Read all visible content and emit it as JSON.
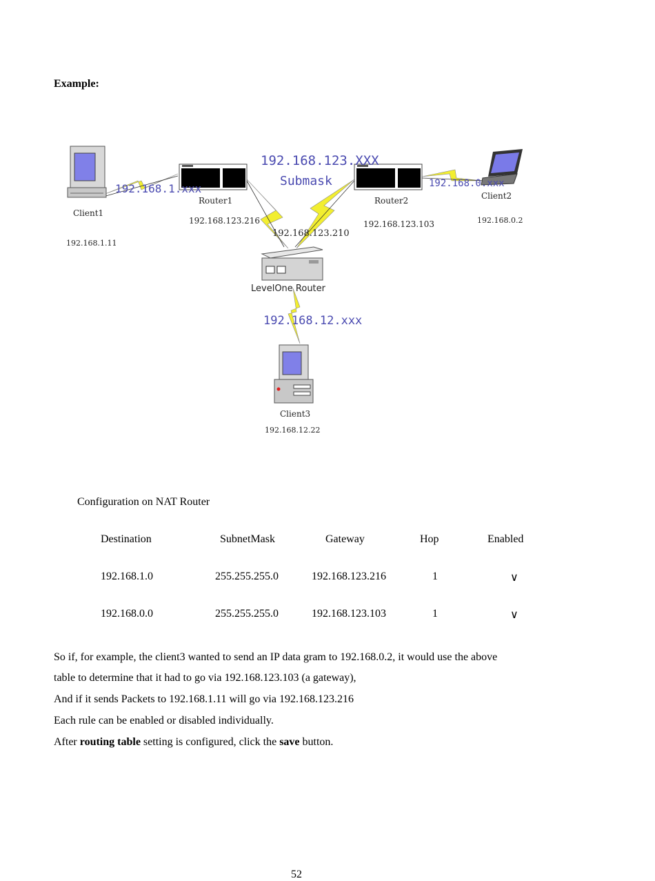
{
  "heading": "Example:",
  "diagram": {
    "network_top": "192.168.123.XXX",
    "network_top_sub": "Submask",
    "net_left": "192.168.1.xxx",
    "net_right": "192.168.0.xxx",
    "net_bottom": "192.168.12.xxx",
    "center_ip": "192.168.123.210",
    "client1": {
      "name": "Client1",
      "ip": "192.168.1.11"
    },
    "client2": {
      "name": "Client2",
      "ip": "192.168.0.2"
    },
    "client3": {
      "name": "Client3",
      "ip": "192.168.12.22"
    },
    "router1": {
      "name": "Router1",
      "ip": "192.168.123.216"
    },
    "router2": {
      "name": "Router2",
      "ip": "192.168.123.103"
    },
    "levelone": "LevelOne Router"
  },
  "config_title": "Configuration on NAT Router",
  "table": {
    "headers": [
      "Destination",
      "SubnetMask",
      "Gateway",
      "Hop",
      "Enabled"
    ],
    "rows": [
      [
        "192.168.1.0",
        "255.255.255.0",
        "192.168.123.216",
        "1",
        "∨"
      ],
      [
        "192.168.0.0",
        "255.255.255.0",
        "192.168.123.103",
        "1",
        "∨"
      ]
    ]
  },
  "paragraphs": {
    "p1": "So if, for example, the client3 wanted to send an IP data gram to 192.168.0.2, it would use the above",
    "p2": "table to determine that it had to go via 192.168.123.103 (a gateway),",
    "p3": "And if it sends Packets to 192.168.1.11 will go via 192.168.123.216",
    "p4": "Each rule can be enabled or disabled individually.",
    "p5_a": "After ",
    "p5_b": "routing table",
    "p5_c": " setting is configured, click the ",
    "p5_d": "save",
    "p5_e": " button."
  },
  "page_number": "52"
}
